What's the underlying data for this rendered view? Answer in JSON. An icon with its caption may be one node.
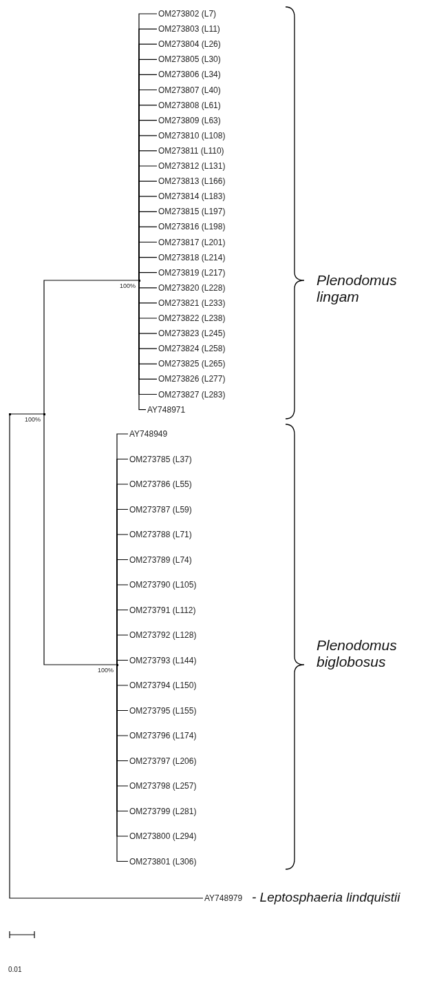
{
  "diagram": {
    "nodes": [
      {
        "text": [],
        "shape": "point"
      },
      {
        "text": [],
        "shape": "point",
        "beside": [
          "100%"
        ]
      },
      {
        "text": [],
        "shape": "point",
        "beside": [
          "100%"
        ]
      },
      {
        "text": [],
        "shape": "point",
        "beside": [
          "100%"
        ]
      },
      {
        "text": [
          "OM273802 (L7)"
        ]
      },
      {
        "text": [
          "OM273803 (L11)"
        ]
      },
      {
        "text": [
          "OM273804 (L26)"
        ]
      },
      {
        "text": [
          "OM273805 (L30)"
        ]
      },
      {
        "text": [
          "OM273806 (L34)"
        ]
      },
      {
        "text": [
          "OM273807 (L40)"
        ]
      },
      {
        "text": [
          "OM273808 (L61)"
        ]
      },
      {
        "text": [
          "OM273809 (L63)"
        ]
      },
      {
        "text": [
          "OM273810 (L108)"
        ]
      },
      {
        "text": [
          "OM273811 (L110)"
        ]
      },
      {
        "text": [
          "OM273812 (L131)"
        ]
      },
      {
        "text": [
          "OM273813 (L166)"
        ]
      },
      {
        "text": [
          "OM273814 (L183)"
        ]
      },
      {
        "text": [
          "OM273815 (L197)"
        ]
      },
      {
        "text": [
          "OM273816 (L198)"
        ]
      },
      {
        "text": [
          "OM273817 (L201)"
        ]
      },
      {
        "text": [
          "OM273818 (L214)"
        ]
      },
      {
        "text": [
          "OM273819 (L217)"
        ]
      },
      {
        "text": [
          "OM273820 (L228)"
        ]
      },
      {
        "text": [
          "OM273821 (L233)"
        ]
      },
      {
        "text": [
          "OM273822 (L238)"
        ]
      },
      {
        "text": [
          "OM273823 (L245)"
        ]
      },
      {
        "text": [
          "OM273824 (L258)"
        ]
      },
      {
        "text": [
          "OM273825 (L265)"
        ]
      },
      {
        "text": [
          "OM273826 (L277)"
        ]
      },
      {
        "text": [
          "OM273827 (L283)"
        ]
      },
      {
        "text": [
          "AY748971"
        ]
      },
      {
        "text": [
          "AY748949"
        ]
      },
      {
        "text": [
          "OM273785 (L37)"
        ]
      },
      {
        "text": [
          "OM273786 (L55)"
        ]
      },
      {
        "text": [
          "OM273787 (L59)"
        ]
      },
      {
        "text": [
          "OM273788 (L71)"
        ]
      },
      {
        "text": [
          "OM273789 (L74)"
        ]
      },
      {
        "text": [
          "OM273790 (L105)"
        ]
      },
      {
        "text": [
          "OM273791 (L112)"
        ]
      },
      {
        "text": [
          "OM273792 (L128)"
        ]
      },
      {
        "text": [
          "OM273793 (L144)"
        ]
      },
      {
        "text": [
          "OM273794 (L150)"
        ]
      },
      {
        "text": [
          "OM273795 (L155)"
        ]
      },
      {
        "text": [
          "OM273796 (L174)"
        ]
      },
      {
        "text": [
          "OM273797 (L206)"
        ]
      },
      {
        "text": [
          "OM273798 (L257)"
        ]
      },
      {
        "text": [
          "OM273799 (L281)"
        ]
      },
      {
        "text": [
          "OM273800 (L294)"
        ]
      },
      {
        "text": [
          "OM273801 (L306)"
        ]
      },
      {
        "text": [
          "AY748979"
        ]
      }
    ],
    "edges": [
      {
        "from": 0,
        "to": 1,
        "arrow": "none"
      },
      {
        "from": 0,
        "to": 49,
        "arrow": "none"
      },
      {
        "from": 1,
        "to": 2,
        "arrow": "none"
      },
      {
        "from": 1,
        "to": 3,
        "arrow": "none"
      },
      {
        "from": 2,
        "to": 4,
        "arrow": "none"
      },
      {
        "from": 2,
        "to": 5,
        "arrow": "none"
      },
      {
        "from": 2,
        "to": 6,
        "arrow": "none"
      },
      {
        "from": 2,
        "to": 7,
        "arrow": "none"
      },
      {
        "from": 2,
        "to": 8,
        "arrow": "none"
      },
      {
        "from": 2,
        "to": 9,
        "arrow": "none"
      },
      {
        "from": 2,
        "to": 10,
        "arrow": "none"
      },
      {
        "from": 2,
        "to": 11,
        "arrow": "none"
      },
      {
        "from": 2,
        "to": 12,
        "arrow": "none"
      },
      {
        "from": 2,
        "to": 13,
        "arrow": "none"
      },
      {
        "from": 2,
        "to": 14,
        "arrow": "none"
      },
      {
        "from": 2,
        "to": 15,
        "arrow": "none"
      },
      {
        "from": 2,
        "to": 16,
        "arrow": "none"
      },
      {
        "from": 2,
        "to": 17,
        "arrow": "none"
      },
      {
        "from": 2,
        "to": 18,
        "arrow": "none"
      },
      {
        "from": 2,
        "to": 19,
        "arrow": "none"
      },
      {
        "from": 2,
        "to": 20,
        "arrow": "none"
      },
      {
        "from": 2,
        "to": 21,
        "arrow": "none"
      },
      {
        "from": 2,
        "to": 22,
        "arrow": "none"
      },
      {
        "from": 2,
        "to": 23,
        "arrow": "none"
      },
      {
        "from": 2,
        "to": 24,
        "arrow": "none"
      },
      {
        "from": 2,
        "to": 25,
        "arrow": "none"
      },
      {
        "from": 2,
        "to": 26,
        "arrow": "none"
      },
      {
        "from": 2,
        "to": 27,
        "arrow": "none"
      },
      {
        "from": 2,
        "to": 28,
        "arrow": "none"
      },
      {
        "from": 2,
        "to": 29,
        "arrow": "none"
      },
      {
        "from": 2,
        "to": 30,
        "arrow": "none"
      },
      {
        "from": 3,
        "to": 31,
        "arrow": "none"
      },
      {
        "from": 3,
        "to": 32,
        "arrow": "none"
      },
      {
        "from": 3,
        "to": 33,
        "arrow": "none"
      },
      {
        "from": 3,
        "to": 34,
        "arrow": "none"
      },
      {
        "from": 3,
        "to": 35,
        "arrow": "none"
      },
      {
        "from": 3,
        "to": 36,
        "arrow": "none"
      },
      {
        "from": 3,
        "to": 37,
        "arrow": "none"
      },
      {
        "from": 3,
        "to": 38,
        "arrow": "none"
      },
      {
        "from": 3,
        "to": 39,
        "arrow": "none"
      },
      {
        "from": 3,
        "to": 40,
        "arrow": "none"
      },
      {
        "from": 3,
        "to": 41,
        "arrow": "none"
      },
      {
        "from": 3,
        "to": 42,
        "arrow": "none"
      },
      {
        "from": 3,
        "to": 43,
        "arrow": "none"
      },
      {
        "from": 3,
        "to": 44,
        "arrow": "none"
      },
      {
        "from": 3,
        "to": 45,
        "arrow": "none"
      },
      {
        "from": 3,
        "to": 46,
        "arrow": "none"
      },
      {
        "from": 3,
        "to": 47,
        "arrow": "none"
      },
      {
        "from": 3,
        "to": 48,
        "arrow": "none"
      }
    ],
    "labels": [
      "Plenodomus lingam",
      "Plenodomus biglobosus",
      "- Leptosphaeria lindquistii",
      "0.01"
    ]
  }
}
